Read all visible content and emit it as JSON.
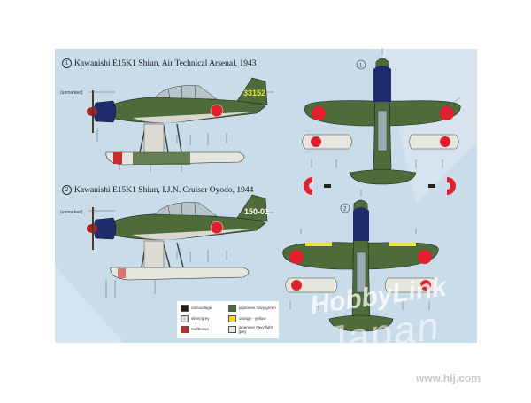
{
  "colors": {
    "background": "#c9dcea",
    "navy_green": "#4e6b3a",
    "navy_blue": "#1f2d6e",
    "grey_light": "#d8d8d0",
    "hinomaru": "#e0202e",
    "prop_red": "#cc2a2a",
    "yellow": "#e8e83c"
  },
  "profiles": [
    {
      "number": "1",
      "caption": "Kawanishi E15K1 Shiun, Air Technical Arsenal, 1943",
      "tail_code": "33152",
      "side_label": "(unmarked)",
      "plan_number": "1"
    },
    {
      "number": "2",
      "caption": "Kawanishi E15K1 Shiun, I.J.N. Cruiser Oyodo, 1944",
      "tail_code": "150-01",
      "side_label": "(unmarked)",
      "plan_number": "2"
    }
  ],
  "legend": {
    "items": [
      {
        "label": "camouflage",
        "color": "#1d1d1d"
      },
      {
        "label": "japanese navy green",
        "color": "#4e6b3a"
      },
      {
        "label": "silver/grey",
        "color": "#d9d9d9"
      },
      {
        "label": "orange - yellow",
        "color": "#f0d23c"
      },
      {
        "label": "red/brown",
        "color": "#cc2a2a"
      },
      {
        "label": "japanese navy light grey",
        "color": "#e6e6de"
      }
    ]
  },
  "watermark": {
    "line1": "HobbyLink",
    "line2": "Japan",
    "url": "www.hlj.com"
  }
}
